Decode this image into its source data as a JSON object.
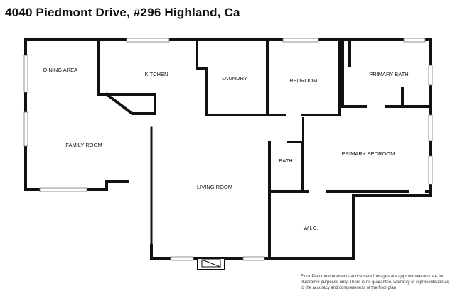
{
  "title": "4040 Piedmont Drive, #296 Highland, Ca",
  "rooms": {
    "dining_area": "DINING AREA",
    "kitchen": "KITCHEN",
    "laundry": "LAUNDRY",
    "bedroom": "BEDROOM",
    "primary_bath": "PRIMARY BATH",
    "family_room": "FAMILY ROOM",
    "bath": "BATH",
    "primary_bedroom": "PRIMARY BEDROOM",
    "living_room": "LIVING ROOM",
    "wic": "W.I.C."
  },
  "disclaimer": "Floor Plan measurements and square footages are approximate and are for illustrative purposes only. There is no guarantee, warranty or representation as to the accuracy and completeness of the floor plan"
}
